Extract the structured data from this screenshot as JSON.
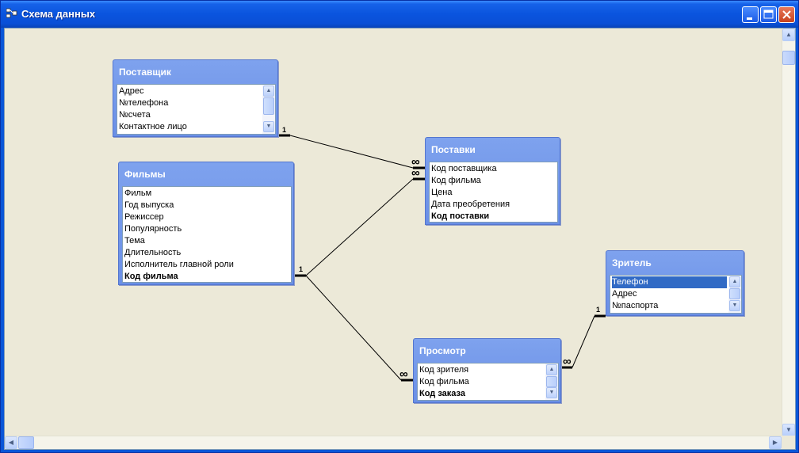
{
  "window": {
    "title": "Схема данных"
  },
  "tables": {
    "supplier": {
      "title": "Поставщик",
      "fields": [
        {
          "name": "Адрес",
          "pk": false
        },
        {
          "name": "№телефона",
          "pk": false
        },
        {
          "name": "№счета",
          "pk": false
        },
        {
          "name": "Контактное лицо",
          "pk": false
        }
      ]
    },
    "films": {
      "title": "Фильмы",
      "fields": [
        {
          "name": "Фильм",
          "pk": false
        },
        {
          "name": "Год выпуска",
          "pk": false
        },
        {
          "name": "Режиссер",
          "pk": false
        },
        {
          "name": "Популярность",
          "pk": false
        },
        {
          "name": "Тема",
          "pk": false
        },
        {
          "name": "Длительность",
          "pk": false
        },
        {
          "name": "Исполнитель главной роли",
          "pk": false
        },
        {
          "name": "Код фильма",
          "pk": true
        }
      ]
    },
    "deliveries": {
      "title": "Поставки",
      "fields": [
        {
          "name": "Код поставщика",
          "pk": false
        },
        {
          "name": "Код фильма",
          "pk": false
        },
        {
          "name": "Цена",
          "pk": false
        },
        {
          "name": "Дата преобретения",
          "pk": false
        },
        {
          "name": "Код поставки",
          "pk": true
        }
      ]
    },
    "viewer": {
      "title": "Зритель",
      "fields": [
        {
          "name": "Телефон",
          "pk": false,
          "selected": true
        },
        {
          "name": "Адрес",
          "pk": false
        },
        {
          "name": "№паспорта",
          "pk": false
        }
      ]
    },
    "viewing": {
      "title": "Просмотр",
      "fields": [
        {
          "name": "Код зрителя",
          "pk": false
        },
        {
          "name": "Код фильма",
          "pk": false
        },
        {
          "name": "Код заказа",
          "pk": true
        }
      ]
    }
  },
  "relationships": {
    "one": "1",
    "many": "∞"
  },
  "colors": {
    "titlebar": "#0a54de",
    "canvas": "#ece9d8",
    "table_header": "#7ea2ee",
    "selection": "#316ac5"
  }
}
